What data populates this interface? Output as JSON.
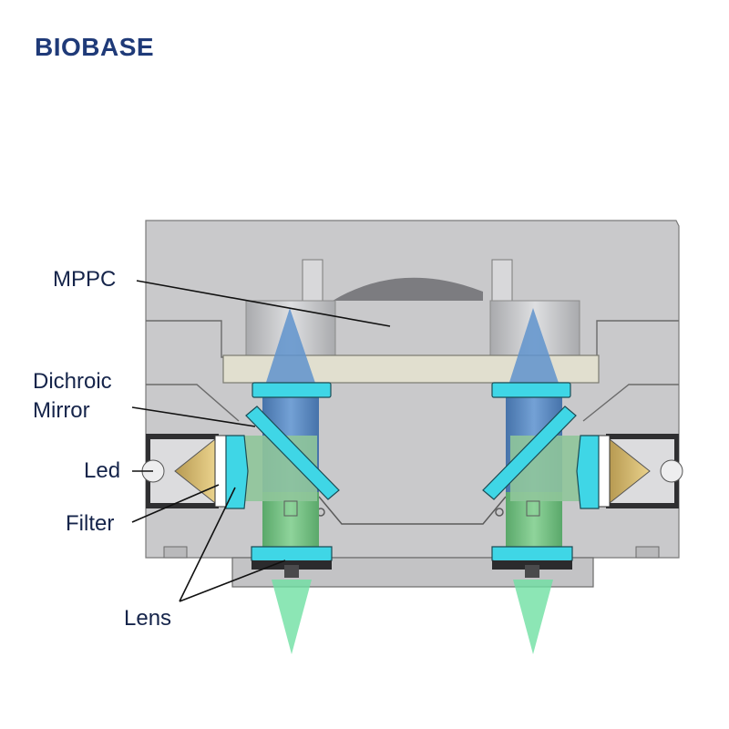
{
  "brand": {
    "name": "BIOBASE",
    "color": "#1f3a78"
  },
  "labels": {
    "mppc": "MPPC",
    "dichroic_line1": "Dichroic",
    "dichroic_line2": "Mirror",
    "led": "Led",
    "filter": "Filter",
    "lens": "Lens"
  },
  "colors": {
    "housing": "#c9c9cb",
    "housing_edge": "#6b6b6b",
    "optic_cyan": "#3fd6e6",
    "excitation_green": "#44d88a",
    "detection_blue": "#4f86c6",
    "led_gold": "#d9c37a"
  }
}
